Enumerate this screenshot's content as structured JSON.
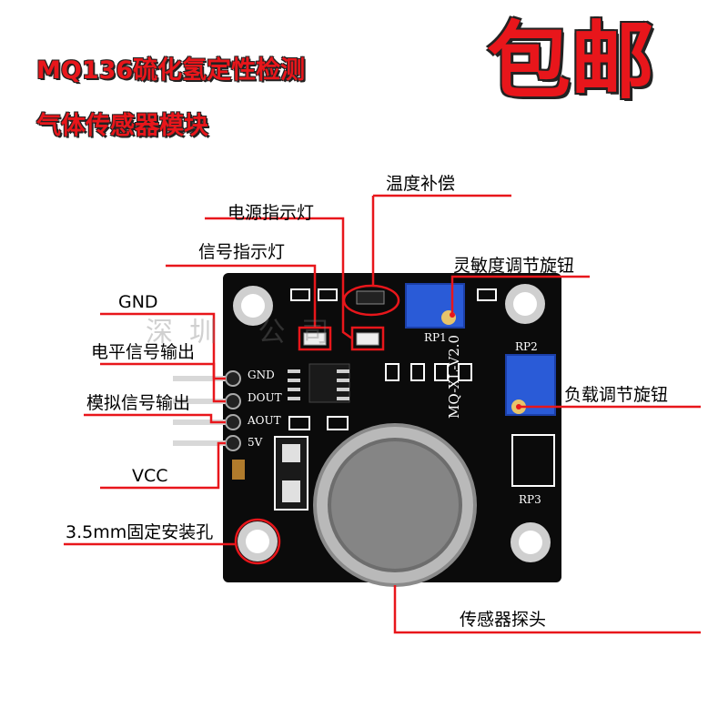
{
  "title": {
    "line1": "MQ136硫化氢定性检测",
    "line2": "气体传感器模块"
  },
  "badge": "包邮",
  "labels": {
    "gnd": "GND",
    "level_output": "电平信号输出",
    "analog_output": "模拟信号输出",
    "vcc": "VCC",
    "mount_hole": "3.5mm固定安装孔",
    "power_led": "电源指示灯",
    "signal_led": "信号指示灯",
    "temp_comp": "温度补偿",
    "sensitivity_knob": "灵敏度调节旋钮",
    "load_knob": "负载调节旋钮",
    "probe": "传感器探头"
  },
  "silkscreen": {
    "pins": [
      "GND",
      "DOUT",
      "AOUT",
      "5V"
    ],
    "rp1": "RP1",
    "rp2": "RP2",
    "rp3": "RP3",
    "model": "MQ-XL-V2.0"
  },
  "watermark": "深圳 公司",
  "colors": {
    "accent": "#e8161b",
    "pcb": "#0b0b0b",
    "pot": "#2a5bd7"
  }
}
